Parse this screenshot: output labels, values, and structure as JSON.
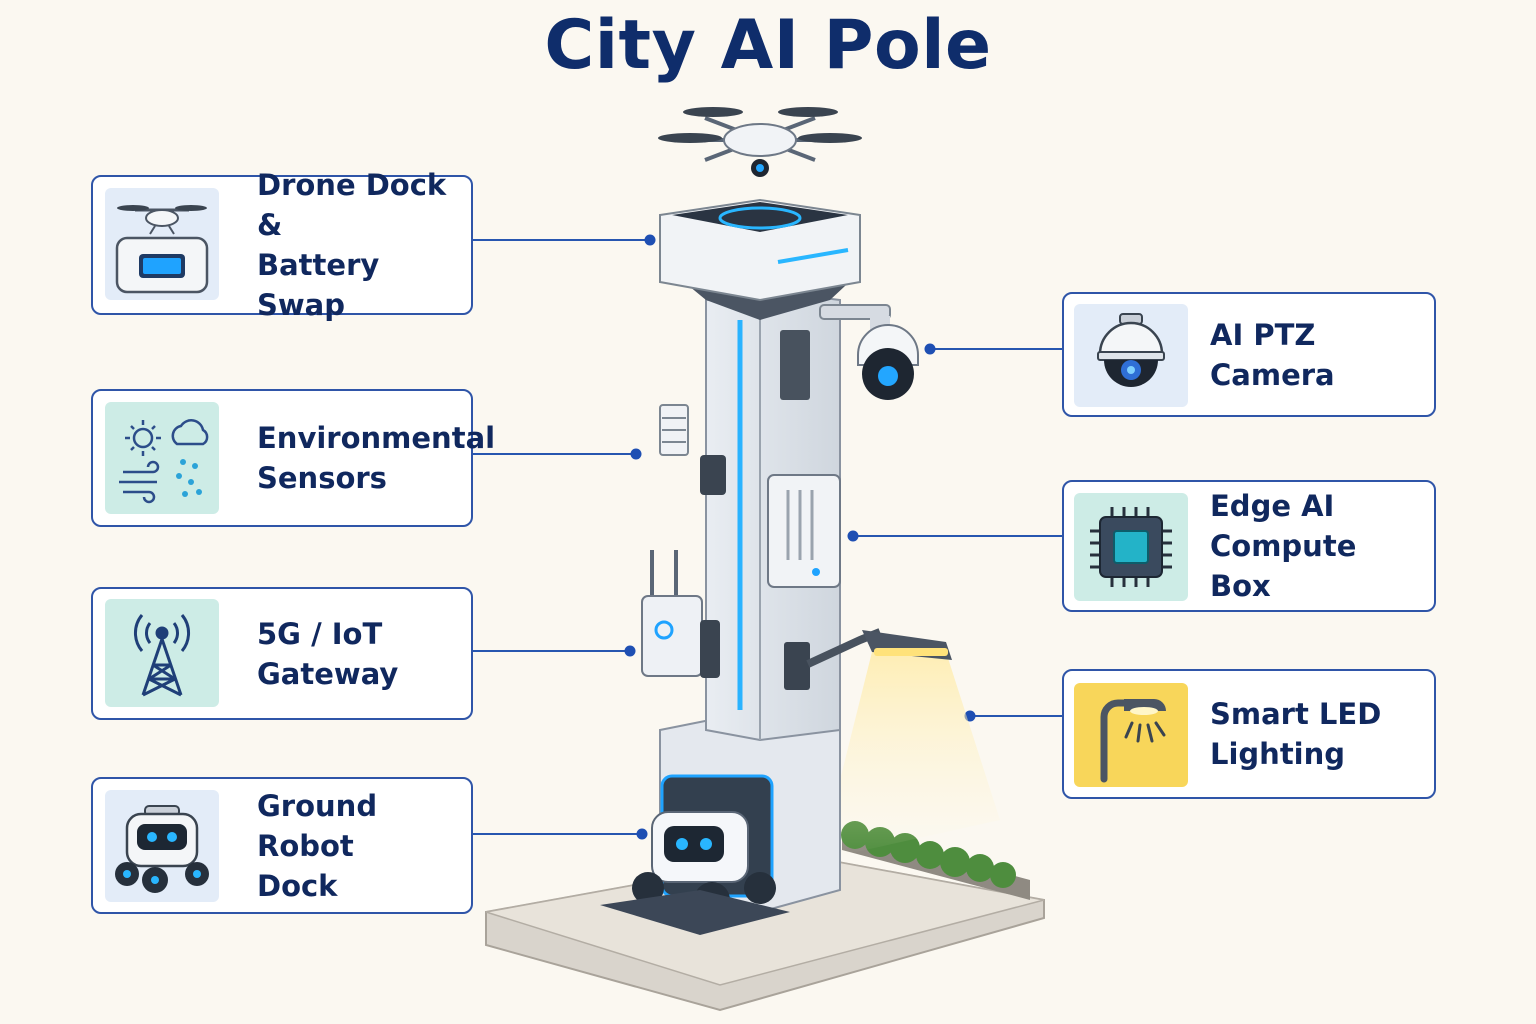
{
  "title": "City AI Pole",
  "components": [
    {
      "id": "drone-dock",
      "lines": [
        "Drone Dock &",
        "Battery Swap"
      ],
      "icon": "drone-battery-icon",
      "side": "left"
    },
    {
      "id": "environmental-sensors",
      "lines": [
        "Environmental",
        "Sensors"
      ],
      "icon": "weather-sensors-icon",
      "side": "left"
    },
    {
      "id": "gateway",
      "lines": [
        "5G / IoT",
        "Gateway"
      ],
      "icon": "antenna-tower-icon",
      "side": "left"
    },
    {
      "id": "robot-dock",
      "lines": [
        "Ground Robot",
        "Dock"
      ],
      "icon": "robot-icon",
      "side": "left"
    },
    {
      "id": "ptz-camera",
      "lines": [
        "AI PTZ Camera"
      ],
      "icon": "dome-camera-icon",
      "side": "right"
    },
    {
      "id": "edge-compute",
      "lines": [
        "Edge AI",
        "Compute Box"
      ],
      "icon": "chip-icon",
      "side": "right"
    },
    {
      "id": "led-lighting",
      "lines": [
        "Smart LED",
        "Lighting"
      ],
      "icon": "street-lamp-icon",
      "side": "right"
    }
  ],
  "colors": {
    "title": "#0f2d6b",
    "card_border": "#2f55a8",
    "connector": "#2756b0",
    "accent_blue": "#1fa3ff",
    "icon_bg_blue": "#e3ecf8",
    "icon_bg_teal": "#cdece6",
    "icon_bg_yellow": "#f8d65a"
  }
}
